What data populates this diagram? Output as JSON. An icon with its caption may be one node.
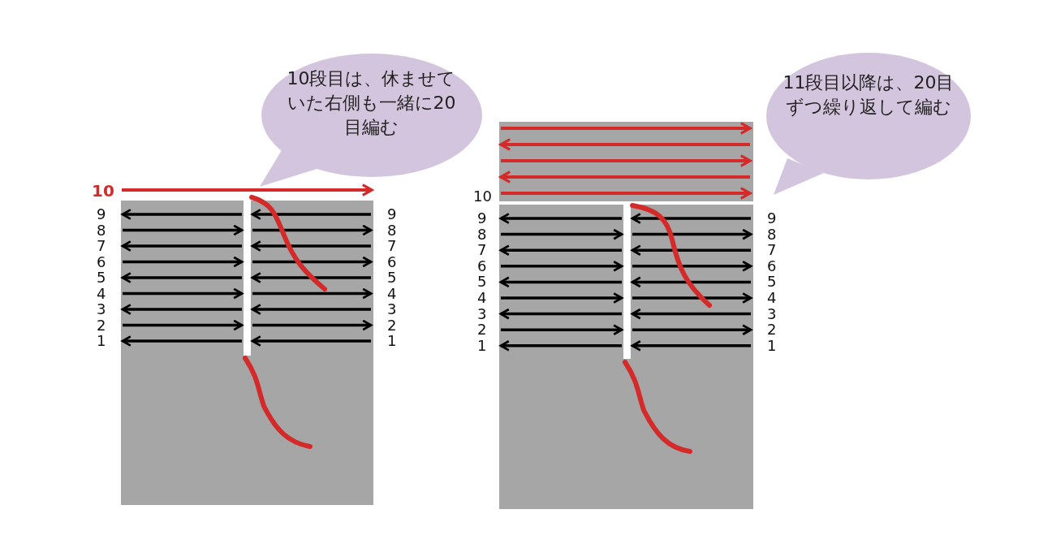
{
  "diagram": {
    "nodes": [
      {
        "text": [
          "10段目は、休ませていた右側も一緒に20目編む"
        ]
      },
      {
        "text": [
          "11段目以降は、20目ずつ繰り返して編む"
        ]
      }
    ],
    "labels": [
      "10",
      "9",
      "9",
      "8",
      "8",
      "7",
      "7",
      "6",
      "6",
      "5",
      "5",
      "4",
      "4",
      "3",
      "3",
      "2",
      "2",
      "1",
      "1",
      "10",
      "9",
      "9",
      "8",
      "8",
      "7",
      "7",
      "6",
      "6",
      "5",
      "5",
      "4",
      "4",
      "3",
      "3",
      "2",
      "2",
      "1",
      "1"
    ]
  }
}
